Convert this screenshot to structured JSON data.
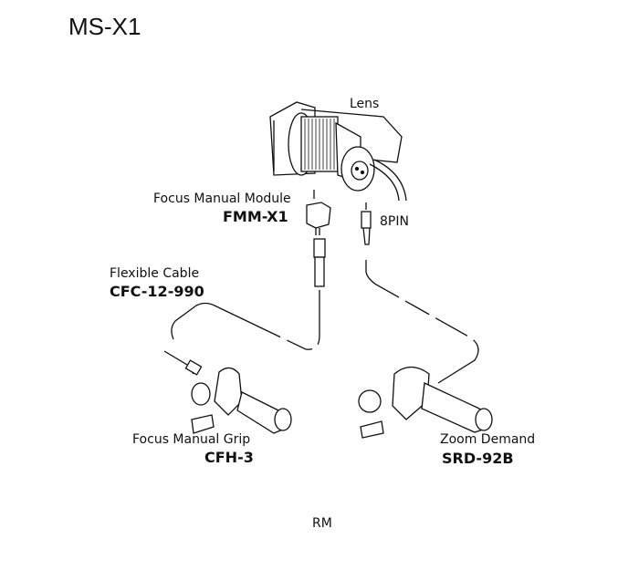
{
  "title": "MS-X1",
  "diagram": {
    "lens": "Lens",
    "module": {
      "name": "Focus Manual Module",
      "model": "FMM-X1"
    },
    "connector": "8PIN",
    "cable": {
      "name": "Flexible Cable",
      "model": "CFC-12-990"
    },
    "grip": {
      "name": "Focus Manual Grip",
      "model": "CFH-3"
    },
    "zoom": {
      "name": "Zoom Demand",
      "model": "SRD-92B"
    }
  },
  "footer": "RM"
}
